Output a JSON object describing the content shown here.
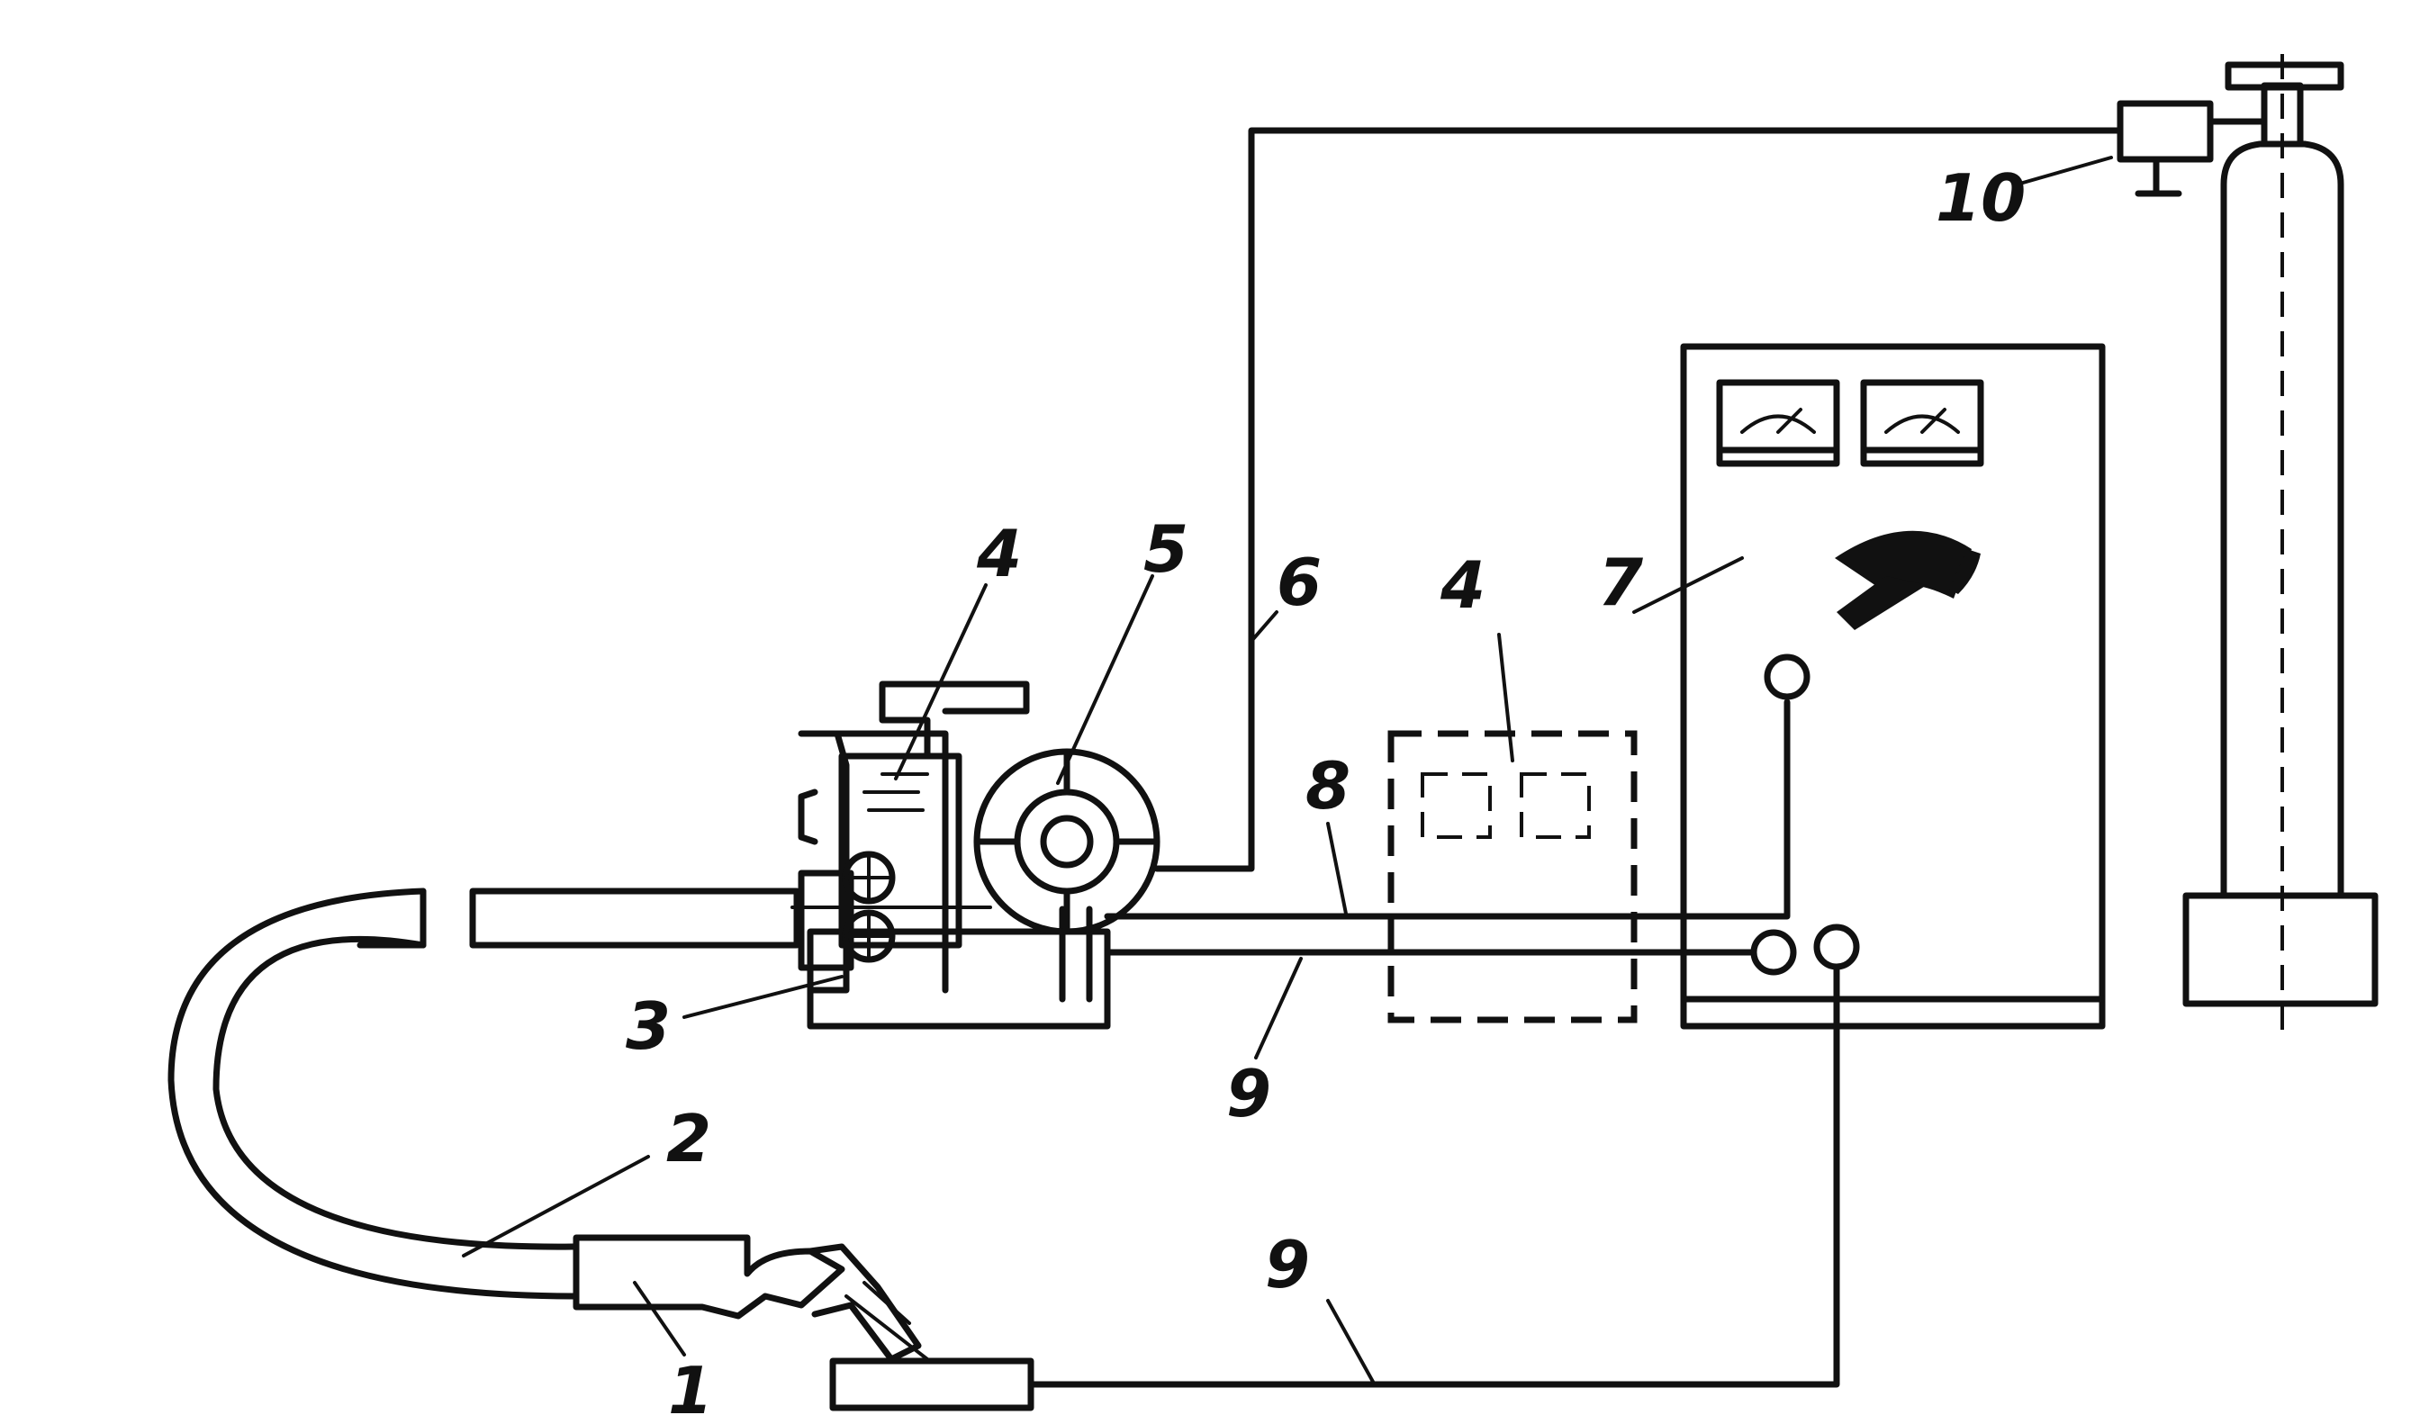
{
  "labels": {
    "torch": "1",
    "hose": "2",
    "feed_mechanism": "3",
    "control_box_left": "4",
    "control_box_right": "4",
    "wire_spool": "5",
    "gas_line": "6",
    "power_source": "7",
    "control_cable": "8",
    "welding_cable_upper": "9",
    "welding_cable_lower": "9",
    "gas_reducer": "10"
  },
  "colors": {
    "ink": "#111111",
    "background": "#ffffff"
  }
}
